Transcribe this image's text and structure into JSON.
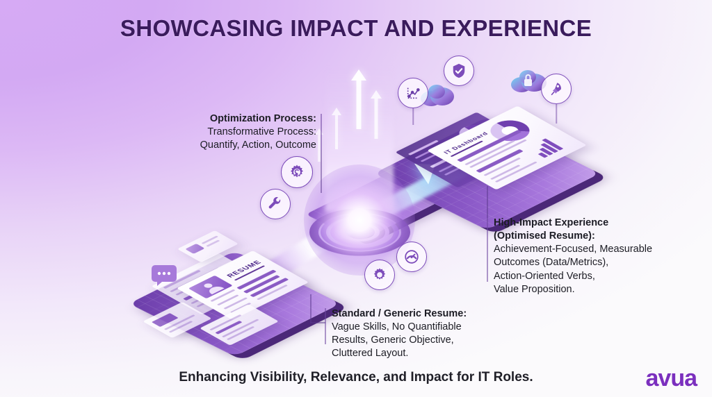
{
  "header": {
    "title": "SHOWCASING IMPACT AND EXPERIENCE"
  },
  "footer": {
    "tagline": "Enhancing Visibility, Relevance, and Impact for IT Roles.",
    "logo": "avua"
  },
  "callouts": {
    "optimization": {
      "heading": "Optimization Process:",
      "line1": "Transformative Process:",
      "line2": "Quantify, Action, Outcome"
    },
    "high_impact": {
      "heading1": "High-Impact Experience",
      "heading2": "(Optimised Resume):",
      "line1": "Achievement-Focused, Measurable",
      "line2": "Outcomes (Data/Metrics),",
      "line3": "Action-Oriented Verbs,",
      "line4": "Value Proposition."
    },
    "standard": {
      "heading": "Standard / Generic Resume:",
      "line1": "Vague Skills, No Quantifiable",
      "line2": "Results, Generic Objective,",
      "line3": "Cluttered Layout."
    }
  },
  "artwork": {
    "left_document_label": "RESUME",
    "right_document_label": "IT Dashboard",
    "icons": [
      "shield-check-icon",
      "chart-graph-icon",
      "cloud-icon",
      "cloud-lock-icon",
      "rocket-icon",
      "gear-wrench-icon",
      "wrench-icon",
      "gear-icon",
      "speedometer-icon",
      "chat-bubble-icon"
    ]
  },
  "colors": {
    "title": "#3a1b5c",
    "brand": "#7b2fbe",
    "accent_purple": "#8957c6",
    "deep_purple": "#4b2878",
    "background_start": "#d6aaf5",
    "background_end": "#fbfafc",
    "text": "#1c1c24"
  }
}
